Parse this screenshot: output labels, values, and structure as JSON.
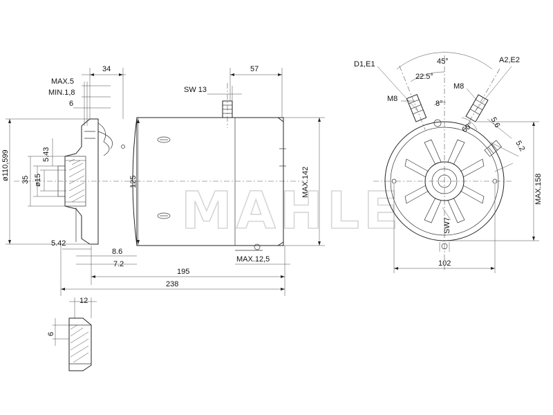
{
  "watermark": "MAHLE",
  "side_view": {
    "dims": {
      "d34": "34",
      "d57": "57",
      "max5": "MAX.5",
      "min18": "MIN.1,8",
      "d6": "6",
      "sw13": "SW 13",
      "d543": "5.43",
      "dia110": "ø110,599",
      "d35": "35",
      "dia15": "ø15",
      "d125": "125",
      "max142": "MAX.142",
      "d542": "5.42",
      "d86": "8.6",
      "d72": "7.2",
      "max125": "MAX.12,5",
      "d195": "195",
      "d238": "238",
      "d12": "12",
      "d6b": "6"
    }
  },
  "end_view": {
    "dims": {
      "d1e1": "D1,E1",
      "a2e2": "A2,E2",
      "a45": "45°",
      "a225": "22.5°",
      "m8l": "M8",
      "m8r": "M8",
      "a8": "8°",
      "a60": "60°",
      "d56": "5.6",
      "d52": "5.2",
      "max158": "MAX.158",
      "sw7": "SW7",
      "d102": "102"
    }
  }
}
